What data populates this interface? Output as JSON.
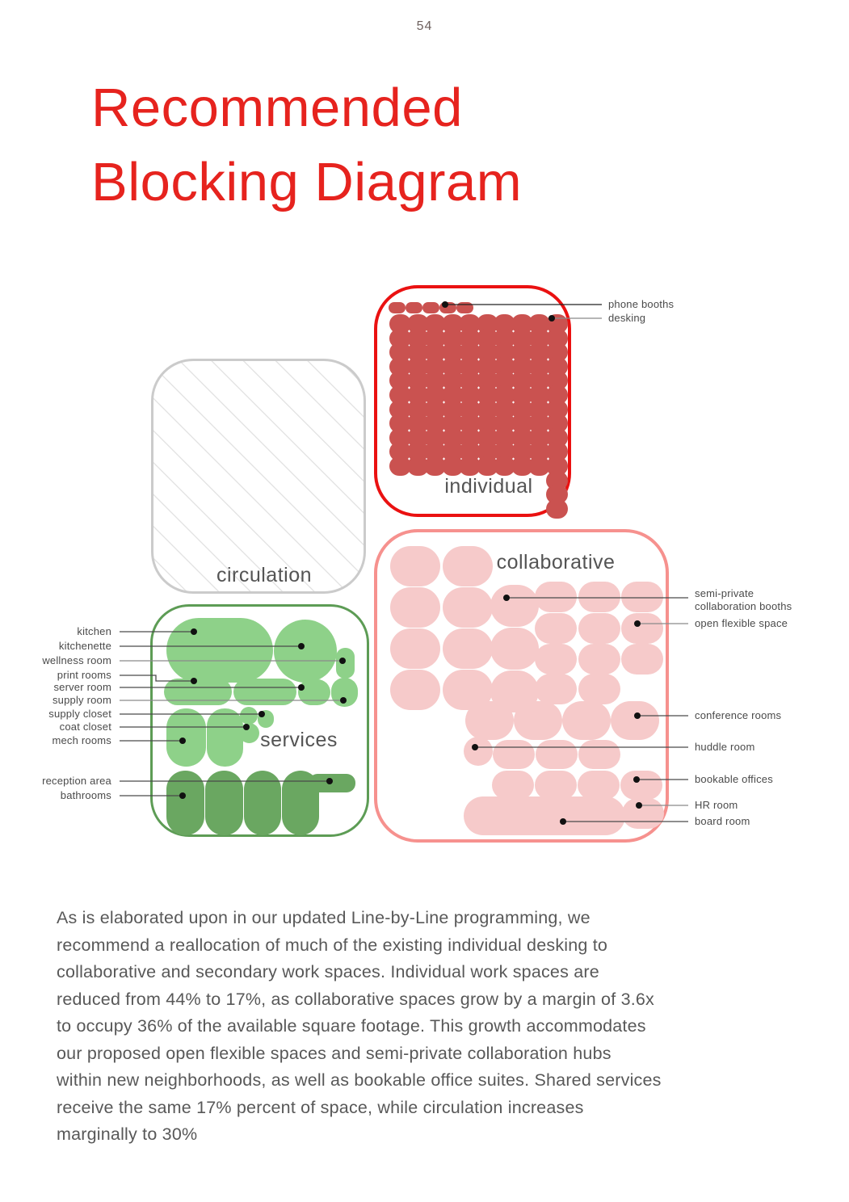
{
  "page": {
    "number": "54",
    "title": "Recommended\nBlocking Diagram"
  },
  "diagram": {
    "blocks": {
      "individual": {
        "label": "individual",
        "border_color": "#ea1111",
        "dot_color": "#ca5250",
        "phone_booth_dots": 5,
        "desk_grid_cols": 10,
        "desk_grid_rows": 11,
        "desk_extension_dots": 3
      },
      "circulation": {
        "label": "circulation",
        "border_color": "#cbcbcb",
        "hatch_color": "#e4e4e4"
      },
      "collaborative": {
        "label": "collaborative",
        "border_color": "#f6918e",
        "blob_color": "#f6caca"
      },
      "services": {
        "label": "services",
        "border_color": "#5d9c55",
        "blob_light_color": "#8ed189",
        "blob_dark_color": "#6aa761"
      }
    },
    "annotations": {
      "right": [
        {
          "text": "phone booths"
        },
        {
          "text": "desking"
        },
        {
          "text": "semi-private\ncollaboration booths"
        },
        {
          "text": "open flexible space"
        },
        {
          "text": "conference rooms"
        },
        {
          "text": "huddle room"
        },
        {
          "text": "bookable offices"
        },
        {
          "text": "HR room"
        },
        {
          "text": "board room"
        }
      ],
      "left": [
        {
          "text": "kitchen"
        },
        {
          "text": "kitchenette"
        },
        {
          "text": "wellness room"
        },
        {
          "text": "print rooms"
        },
        {
          "text": "server room"
        },
        {
          "text": "supply room"
        },
        {
          "text": "supply closet"
        },
        {
          "text": "coat closet"
        },
        {
          "text": "mech rooms"
        },
        {
          "text": "reception area"
        },
        {
          "text": "bathrooms"
        }
      ]
    }
  },
  "body": {
    "paragraph": "As is elaborated upon in our updated Line-by-Line programming, we\nrecommend a reallocation of much of the existing individual desking to\ncollaborative and secondary work spaces. Individual work spaces are\nreduced from 44% to 17%, as collaborative spaces grow by a margin of 3.6x\nto occupy 36% of the available square footage. This growth accommodates\nour proposed open flexible spaces and semi-private collaboration hubs\nwithin new neighborhoods, as well as bookable office suites. Shared services\nreceive the same 17% percent of space, while circulation increases\nmarginally to 30%"
  }
}
